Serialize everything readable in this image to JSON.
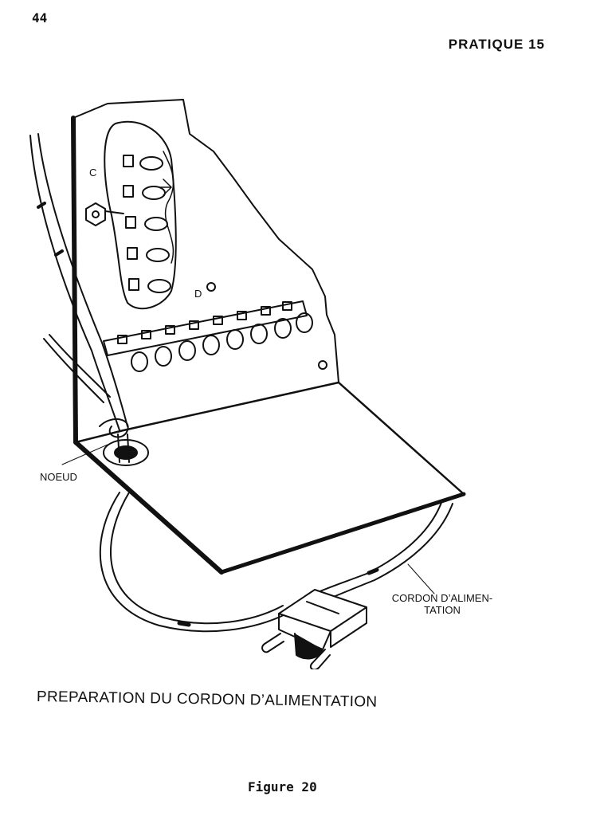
{
  "header": {
    "page_number": "44",
    "chapter": "PRATIQUE 15"
  },
  "figure": {
    "labels": {
      "c": "C",
      "d": "D",
      "knot": "NOEUD",
      "cord_line1": "CORDON D’ALIMEN-",
      "cord_line2": "TATION"
    },
    "caption": "PREPARATION DU CORDON D’ALIMENTATION",
    "number": "Figure 20"
  }
}
